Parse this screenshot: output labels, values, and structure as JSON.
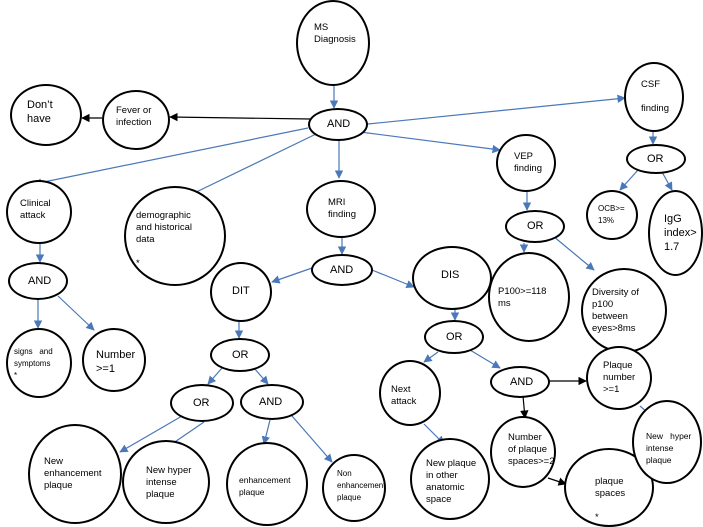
{
  "nodes": {
    "ms_diagnosis": "MS\nDiagnosis",
    "and_main": "AND",
    "fever": "Fever or\ninfection",
    "dont_have": "Don’t\nhave",
    "csf": "CSF\n\nfinding",
    "csf_or": "OR",
    "ocb": "OCB>=\n13%",
    "igg": "IgG\nindex>\n1.7",
    "vep": "VEP\nfinding",
    "vep_or": "OR",
    "p100": "P100>=118\nms",
    "diversity": "Diversity of\np100\nbetween\neyes>8ms",
    "clinical": "Clinical\nattack",
    "clinical_and": "AND",
    "signs": "signs   and\nsymptoms\n*",
    "number": "Number\n>=1",
    "demographic": "demographic\nand historical\ndata\n\n*",
    "mri": "MRI\nfinding",
    "mri_and": "AND",
    "dit": "DIT",
    "dit_or": "OR",
    "dit_or2": "OR",
    "dit_and": "AND",
    "new_enh": "New\nenhancement\nplaque",
    "new_hyper": "New hyper\nintense\nplaque",
    "enh": "enhancement\nplaque",
    "non_enh": "Non\nenhancement\nplaque",
    "dis": "DIS",
    "dis_or": "OR",
    "next_attack": "Next\nattack",
    "new_plaque_other": "New plaque\nin other\nanatomic\nspace",
    "dis_and": "AND",
    "num_spaces": "Number\nof plaque\nspaces>=2",
    "plaque_spaces": "plaque\nspaces\n\n*",
    "plaque_number": "Plaque\nnumber\n>=1",
    "new_hyper2": "New   hyper\nintense\nplaque"
  }
}
